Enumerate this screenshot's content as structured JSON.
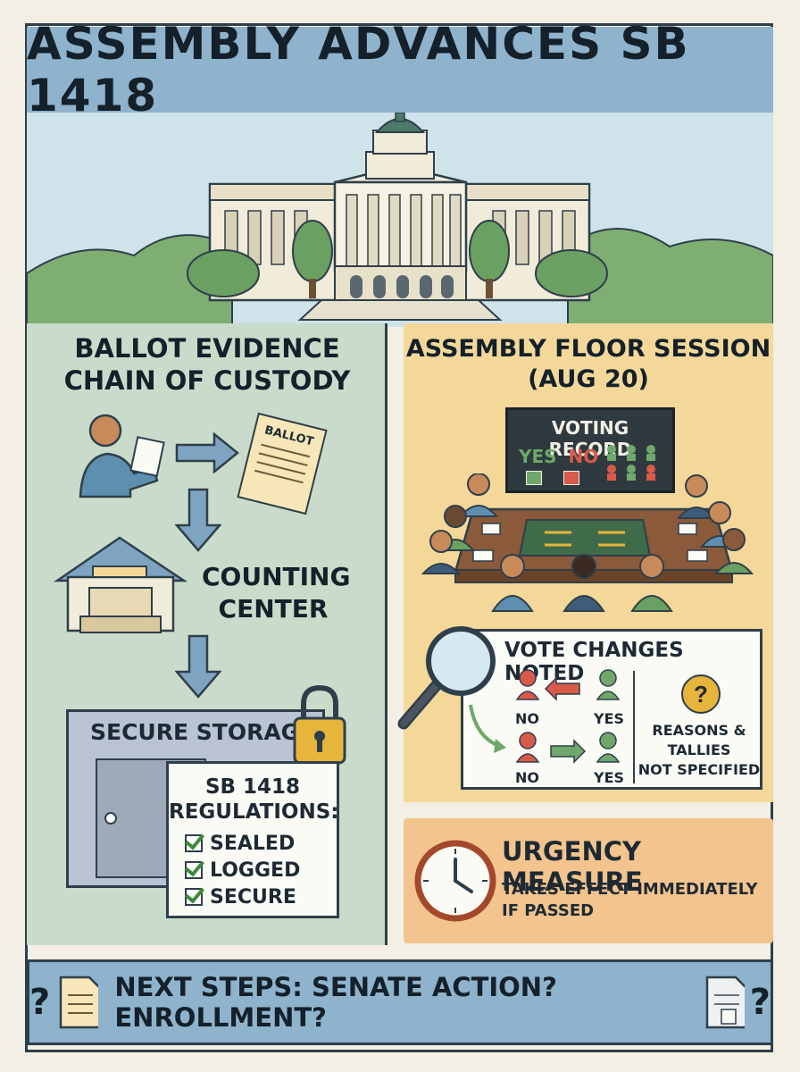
{
  "title": "ASSEMBLY ADVANCES SB 1418",
  "left": {
    "heading_line1": "BALLOT EVIDENCE",
    "heading_line2": "CHAIN OF CUSTODY",
    "ballot_label": "BALLOT",
    "counting_line1": "COUNTING",
    "counting_line2": "CENTER",
    "storage_label": "SECURE STORAGE",
    "regs_line1": "SB 1418",
    "regs_line2": "REGULATIONS:",
    "checks": [
      "SEALED",
      "LOGGED",
      "SECURE"
    ]
  },
  "right": {
    "heading_line1": "ASSEMBLY FLOOR SESSION",
    "heading_line2": "(AUG 20)",
    "board_title": "VOTING RECORD",
    "board_yes": "YES",
    "board_no": "NO",
    "changes_title": "VOTE CHANGES NOTED",
    "no_label_1": "NO",
    "yes_label_1": "YES",
    "no_label_2": "NO",
    "yes_label_2": "YES",
    "reasons_line1": "REASONS &",
    "reasons_line2": "TALLIES",
    "reasons_line3": "NOT SPECIFIED",
    "urgency_title": "URGENCY MEASURE",
    "urgency_line1": "TAKES EFFECT IMMEDIATELY",
    "urgency_line2": "IF PASSED"
  },
  "bottom": {
    "text": "NEXT STEPS: SENATE ACTION? ENROLLMENT?",
    "q_left": "?",
    "q_right": "?"
  },
  "colors": {
    "title_blue": "#8fb3cc",
    "left_green": "#c9dccb",
    "right_yellow": "#f4d89a",
    "urgency_orange": "#f3c48d",
    "yes_green": "#6fa86a",
    "no_red": "#d85a4a"
  }
}
